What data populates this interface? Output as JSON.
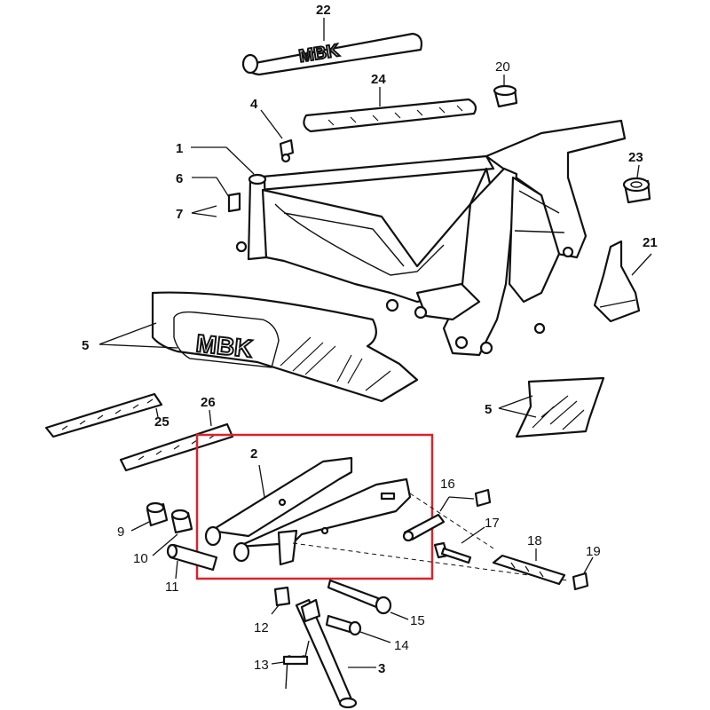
{
  "brand_text": "MBK",
  "highlight_color": "#d9232d",
  "callouts": {
    "c1": "1",
    "c2": "2",
    "c3": "3",
    "c4": "4",
    "c5a": "5",
    "c5b": "5",
    "c6": "6",
    "c7": "7",
    "c9": "9",
    "c10": "10",
    "c11": "11",
    "c12": "12",
    "c13": "13",
    "c14": "14",
    "c15": "15",
    "c16": "16",
    "c17": "17",
    "c18": "18",
    "c19": "19",
    "c20": "20",
    "c21": "21",
    "c22": "22",
    "c23": "23",
    "c24": "24",
    "c25": "25",
    "c26": "26"
  }
}
